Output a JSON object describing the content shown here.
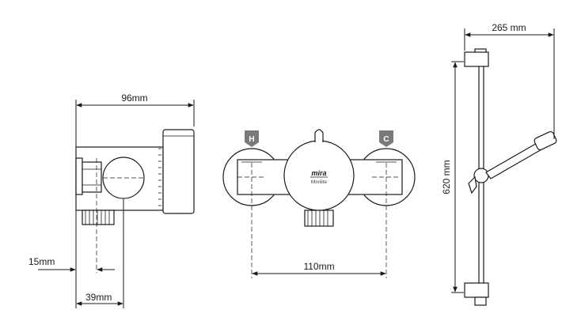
{
  "dimensions": {
    "side_width": "96mm",
    "side_offset": "15mm",
    "side_depth": "39mm",
    "front_centres": "110mm",
    "rail_projection": "265 mm",
    "rail_height": "620 mm"
  },
  "badges": {
    "hot": "H",
    "cold": "C"
  },
  "logo": {
    "brand": "mira",
    "model": "Minilite"
  },
  "colors": {
    "line": "#1a1a1a",
    "badge": "#7a7a7a"
  }
}
